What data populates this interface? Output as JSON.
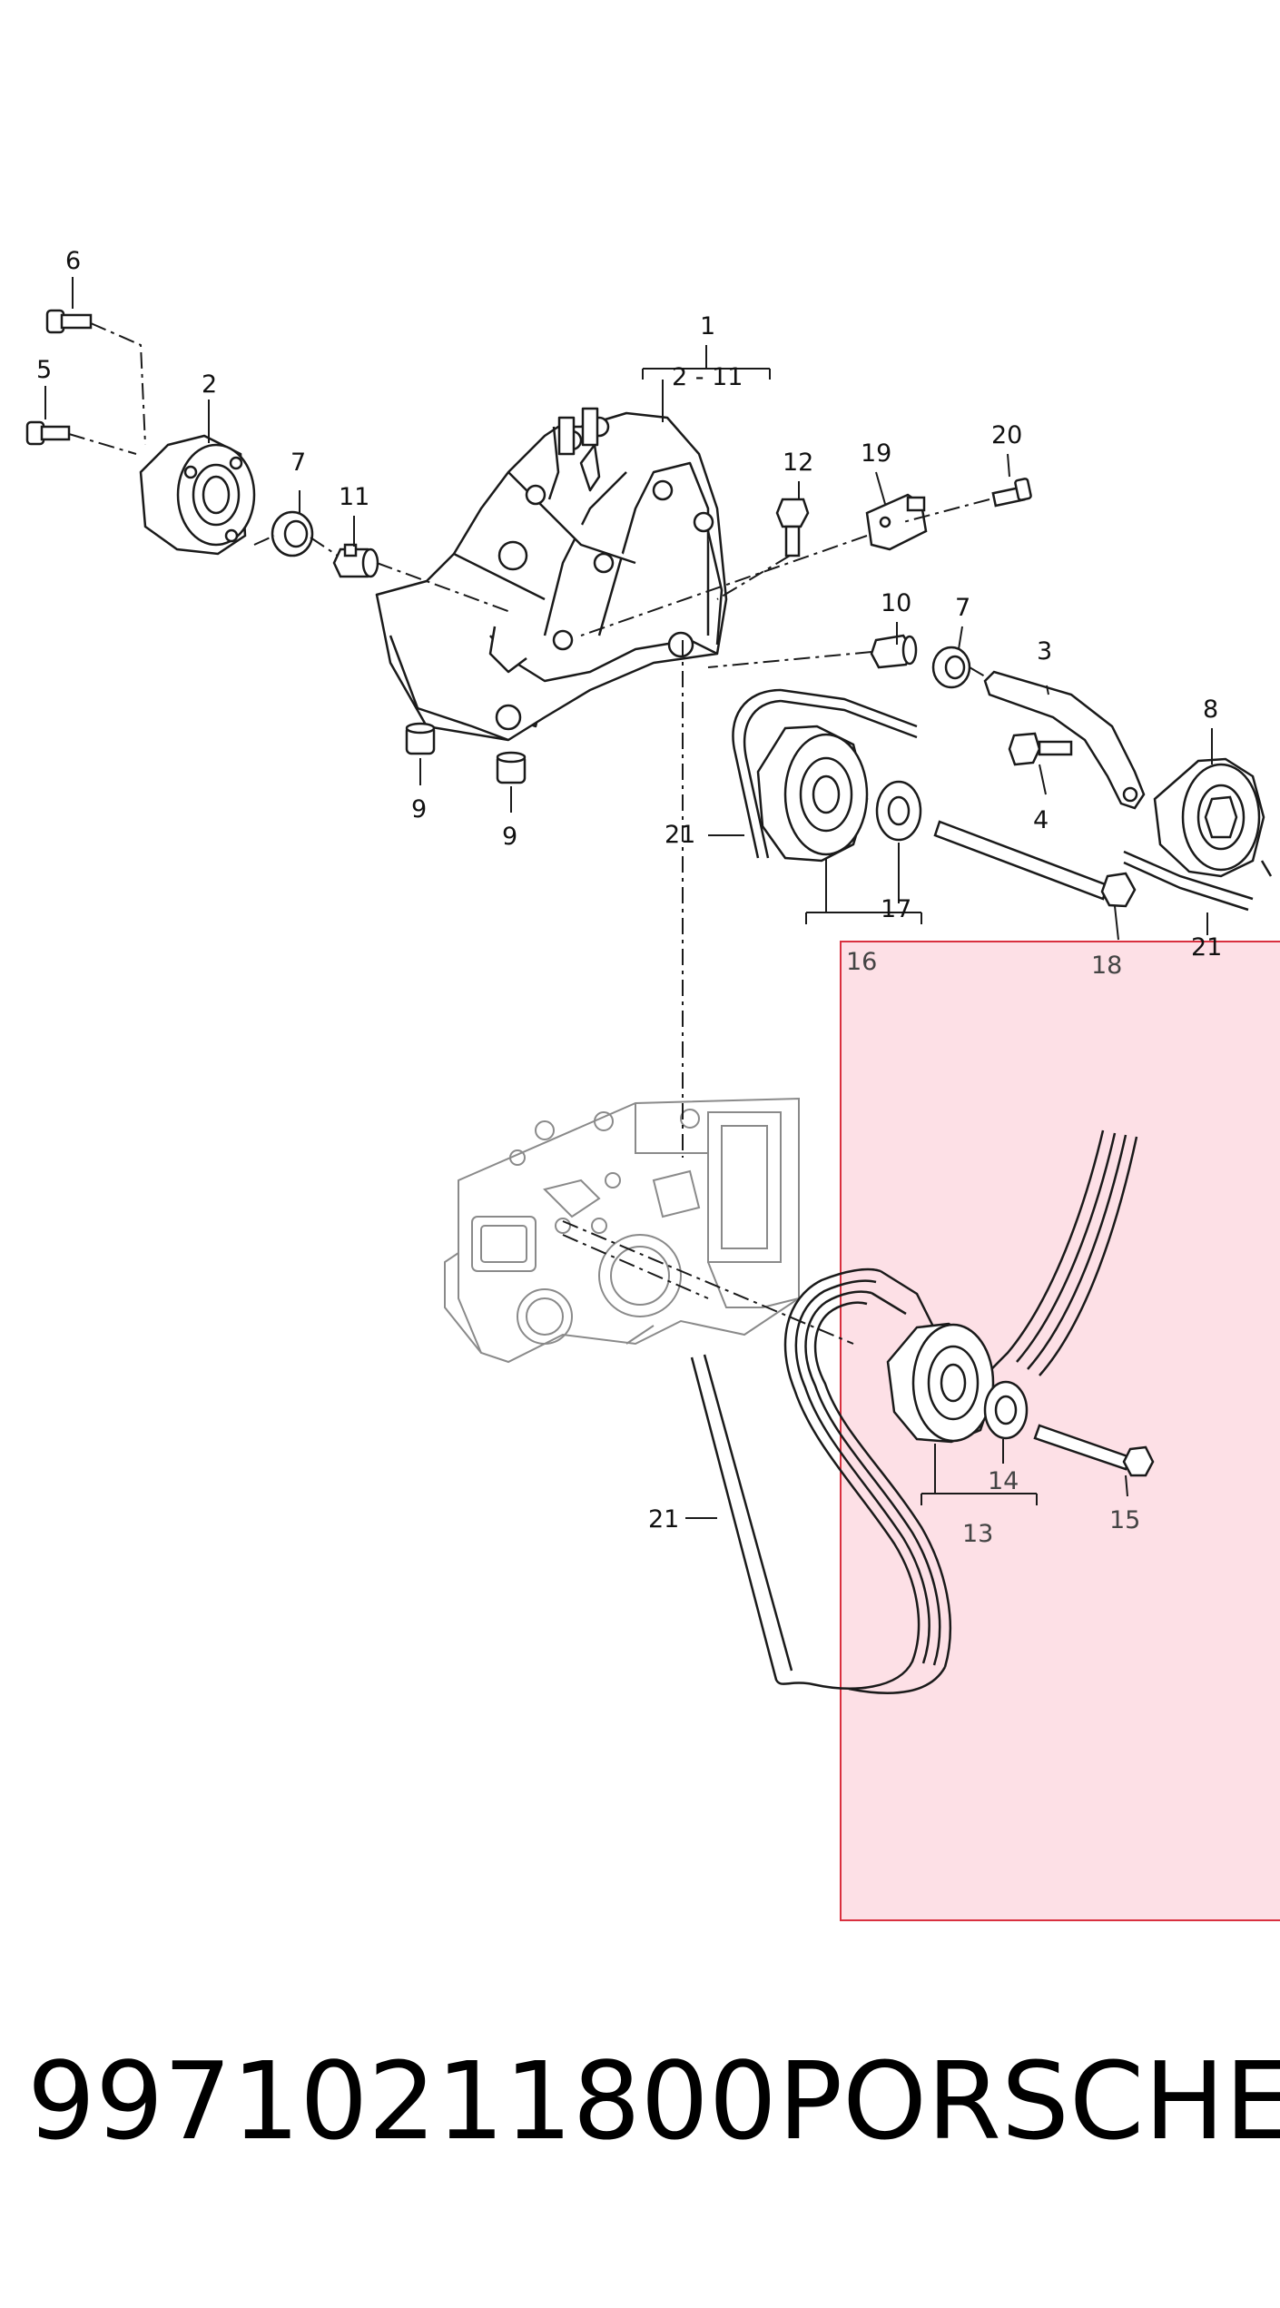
{
  "diagram": {
    "callouts": {
      "c1": "1",
      "c2_11": "2 - 11",
      "c2": "2",
      "c3": "3",
      "c4": "4",
      "c5": "5",
      "c6": "6",
      "c7a": "7",
      "c7b": "7",
      "c8": "8",
      "c9a": "9",
      "c9b": "9",
      "c10": "10",
      "c11": "11",
      "c12": "12",
      "c13": "13",
      "c14": "14",
      "c15": "15",
      "c16": "16",
      "c17": "17",
      "c18": "18",
      "c19": "19",
      "c20": "20",
      "c21a": "21",
      "c21b": "21",
      "c21c": "21"
    },
    "colors": {
      "line": "#1a1a1a",
      "engine_line": "#8a8a8a",
      "highlight_fill": "#fde0e6",
      "highlight_border": "#d9303f"
    }
  },
  "footer": {
    "part_number": "99710211800",
    "brand": "PORSCHE"
  }
}
